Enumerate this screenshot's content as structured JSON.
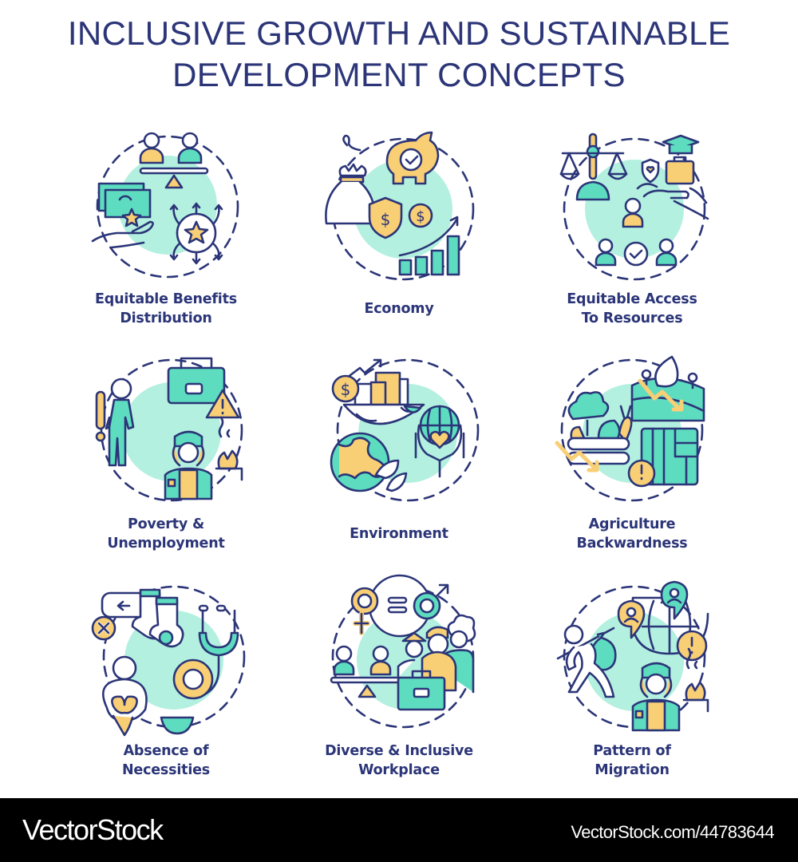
{
  "header": {
    "title_line1": "INCLUSIVE GROWTH AND SUSTAINABLE",
    "title_line2": "DEVELOPMENT CONCEPTS"
  },
  "colors": {
    "outline": "#2b3578",
    "teal": "#5ddcc0",
    "teal_light": "#b3f0e0",
    "yellow": "#f9cf75",
    "background": "#ffffff",
    "footer_bg": "#000000"
  },
  "concepts": [
    {
      "id": "equitable-benefits-distribution",
      "line1": "Equitable Benefits",
      "line2": "Distribution",
      "icon": "benefits-distribution-icon"
    },
    {
      "id": "economy",
      "line1": "Economy",
      "line2": "",
      "icon": "economy-icon"
    },
    {
      "id": "equitable-access-to-resources",
      "line1": "Equitable Access",
      "line2": "To Resources",
      "icon": "access-resources-icon"
    },
    {
      "id": "poverty-unemployment",
      "line1": "Poverty &",
      "line2": "Unemployment",
      "icon": "poverty-unemployment-icon"
    },
    {
      "id": "environment",
      "line1": "Environment",
      "line2": "",
      "icon": "environment-icon"
    },
    {
      "id": "agriculture-backwardness",
      "line1": "Agriculture",
      "line2": "Backwardness",
      "icon": "agriculture-icon"
    },
    {
      "id": "absence-of-necessities",
      "line1": "Absence of",
      "line2": "Necessities",
      "icon": "necessities-icon"
    },
    {
      "id": "diverse-inclusive-workplace",
      "line1": "Diverse &  Inclusive",
      "line2": "Workplace",
      "icon": "workplace-icon"
    },
    {
      "id": "pattern-of-migration",
      "line1": "Pattern of",
      "line2": "Migration",
      "icon": "migration-icon"
    }
  ],
  "footer": {
    "brand": "VectorStock",
    "url": "VectorStock.com/44783644"
  }
}
